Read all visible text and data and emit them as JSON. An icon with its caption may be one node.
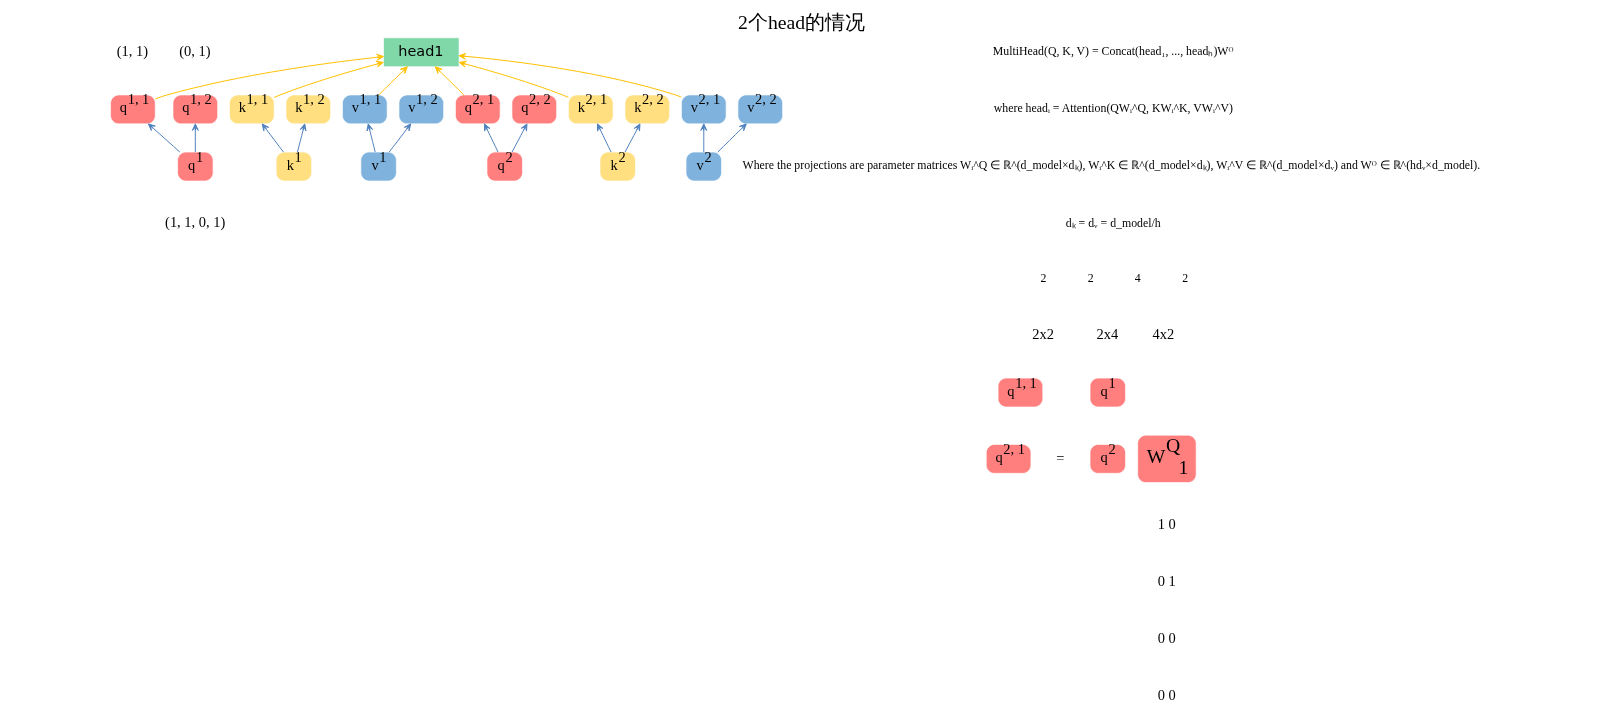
{
  "diagram": {
    "title": "2个head的情况",
    "nodes": [
      {
        "text": [
          "head1"
        ]
      },
      {
        "text": [
          "q$^{1, 1}$"
        ],
        "beside": [
          "(1, 1)"
        ]
      },
      {
        "text": [
          "q$^{1, 2}$"
        ],
        "beside": [
          "(0, 1)"
        ]
      },
      {
        "text": [
          "k$^{1, 1}$"
        ]
      },
      {
        "text": [
          "k$^{1, 2}$"
        ]
      },
      {
        "text": [
          "v$^{1, 1}$"
        ]
      },
      {
        "text": [
          "v$^{1, 2}$"
        ]
      },
      {
        "text": [
          "q$^{2, 1}$"
        ]
      },
      {
        "text": [
          "q$^{2, 2}$"
        ]
      },
      {
        "text": [
          "k$^{2, 1}$"
        ]
      },
      {
        "text": [
          "k$^{2, 2}$"
        ]
      },
      {
        "text": [
          "v$^{2, 1}$"
        ]
      },
      {
        "text": [
          "v$^{2, 2}$"
        ]
      },
      {
        "text": [
          "q$^{1}$"
        ],
        "beside": [
          "(1, 1, 0, 1)"
        ]
      },
      {
        "text": [
          "k$^{1}$"
        ]
      },
      {
        "text": [
          "v$^{1}$"
        ]
      },
      {
        "text": [
          "q$^{2}$"
        ]
      },
      {
        "text": [
          "k$^{2}$"
        ]
      },
      {
        "text": [
          "v$^{2}$"
        ]
      },
      {
        "text": [
          "q$^{1, 1}$"
        ]
      },
      {
        "text": [
          "q$^{2, 1}$"
        ]
      },
      {
        "text": [
          "q$^{1}$"
        ]
      },
      {
        "text": [
          "q$^{2}$"
        ]
      },
      {
        "text": [
          "W$^{Q}$$_{1}$"
        ]
      }
    ],
    "edges": [
      {
        "from": 1,
        "to": 0,
        "arrow": "to",
        "color": "#ffc000"
      },
      {
        "from": 3,
        "to": 0,
        "arrow": "to",
        "color": "#ffc000"
      },
      {
        "from": 5,
        "to": 0,
        "arrow": "to",
        "color": "#ffc000"
      },
      {
        "from": 7,
        "to": 0,
        "arrow": "to",
        "color": "#ffc000"
      },
      {
        "from": 9,
        "to": 0,
        "arrow": "to",
        "color": "#ffc000"
      },
      {
        "from": 11,
        "to": 0,
        "arrow": "to",
        "color": "#ffc000"
      },
      {
        "from": 13,
        "to": 1,
        "arrow": "to"
      },
      {
        "from": 13,
        "to": 2,
        "arrow": "to"
      },
      {
        "from": 14,
        "to": 3,
        "arrow": "to"
      },
      {
        "from": 14,
        "to": 4,
        "arrow": "to"
      },
      {
        "from": 15,
        "to": 5,
        "arrow": "to"
      },
      {
        "from": 15,
        "to": 6,
        "arrow": "to"
      },
      {
        "from": 16,
        "to": 7,
        "arrow": "to"
      },
      {
        "from": 16,
        "to": 8,
        "arrow": "to"
      },
      {
        "from": 17,
        "to": 9,
        "arrow": "to"
      },
      {
        "from": 17,
        "to": 10,
        "arrow": "to"
      },
      {
        "from": 18,
        "to": 11,
        "arrow": "to"
      },
      {
        "from": 18,
        "to": 12,
        "arrow": "to"
      }
    ],
    "labels": [
      "MultiHead(Q, K, V) = Concat(head₁, ..., headₕ)Wᴼ",
      "where headᵢ = Attention(QWᵢ^Q, KWᵢ^K, VWᵢ^V)",
      "Where the projections are parameter matrices Wᵢ^Q ∈ ℝ^(d_model×dₖ), Wᵢ^K ∈ ℝ^(d_model×dₖ), Wᵢ^V ∈ ℝ^(d_model×dᵥ) and Wᴼ ∈ ℝ^(hdᵥ×d_model).",
      "dₖ = dᵥ = d_model/h",
      "2",
      "2",
      "4",
      "2",
      "2x2",
      "2x4",
      "4x2",
      "=",
      "1 0",
      "0 1",
      "0 0",
      "0 0"
    ]
  }
}
